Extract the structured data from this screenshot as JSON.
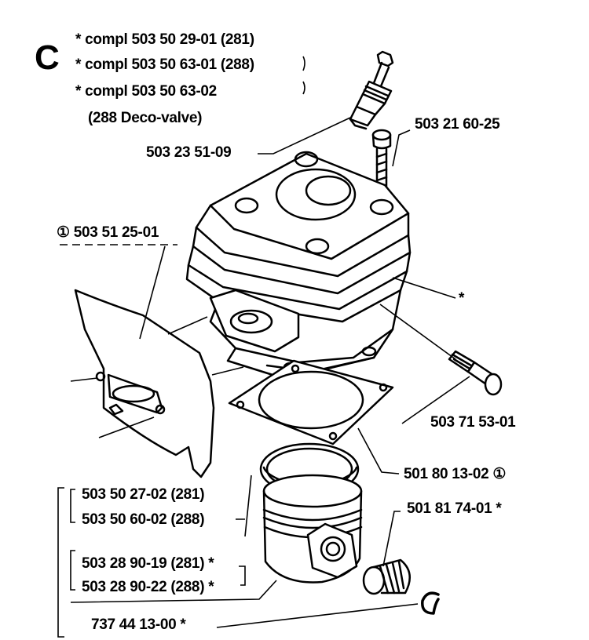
{
  "callouts": {
    "group_letter": "C",
    "compl_1": "* compl 503 50 29-01 (281)",
    "compl_2": "* compl 503 50 63-01 (288)",
    "compl_3": "* compl 503 50 63-02",
    "compl_3b": "(288 Deco-valve)",
    "spark_plug": "503 23 51-09",
    "bolt": "503 21 60-25",
    "shield": "① 503 51 25-01",
    "star_cylinder": "*",
    "decomp_valve": "503 71 53-01",
    "base_gasket": "501 80 13-02 ①",
    "needle_bearing": "501 81 74-01 *",
    "piston_281": "503 50 27-02 (281)",
    "piston_288": "503 50 60-02 (288)",
    "ring_281": "503 28 90-19 (281) *",
    "ring_288": "503 28 90-22 (288) *",
    "circlip": "737 44 13-00 *"
  }
}
